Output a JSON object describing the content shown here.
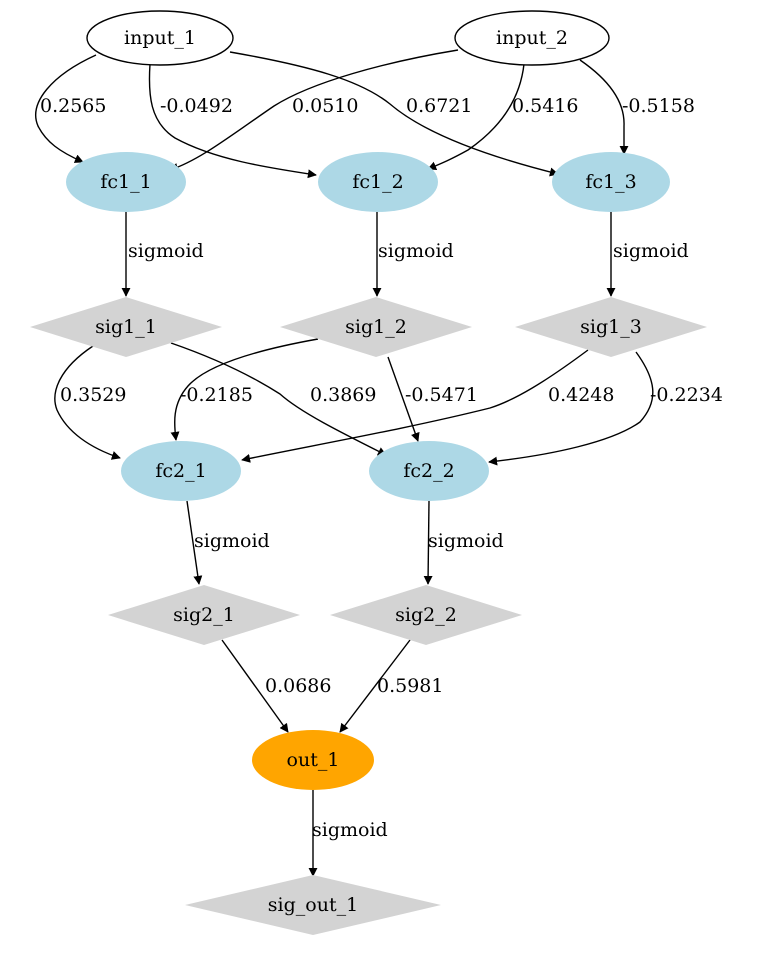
{
  "colors": {
    "background": "#ffffff",
    "input_node": "#ffffff",
    "fc_node": "#add8e6",
    "activation_node": "#d3d3d3",
    "output_node": "#ffa500",
    "edge": "#000000"
  },
  "nodes": {
    "input_1": {
      "label": "input_1",
      "shape": "ellipse-outline",
      "group": "input"
    },
    "input_2": {
      "label": "input_2",
      "shape": "ellipse-outline",
      "group": "input"
    },
    "fc1_1": {
      "label": "fc1_1",
      "shape": "ellipse",
      "group": "fc"
    },
    "fc1_2": {
      "label": "fc1_2",
      "shape": "ellipse",
      "group": "fc"
    },
    "fc1_3": {
      "label": "fc1_3",
      "shape": "ellipse",
      "group": "fc"
    },
    "sig1_1": {
      "label": "sig1_1",
      "shape": "diamond",
      "group": "activation"
    },
    "sig1_2": {
      "label": "sig1_2",
      "shape": "diamond",
      "group": "activation"
    },
    "sig1_3": {
      "label": "sig1_3",
      "shape": "diamond",
      "group": "activation"
    },
    "fc2_1": {
      "label": "fc2_1",
      "shape": "ellipse",
      "group": "fc"
    },
    "fc2_2": {
      "label": "fc2_2",
      "shape": "ellipse",
      "group": "fc"
    },
    "sig2_1": {
      "label": "sig2_1",
      "shape": "diamond",
      "group": "activation"
    },
    "sig2_2": {
      "label": "sig2_2",
      "shape": "diamond",
      "group": "activation"
    },
    "out_1": {
      "label": "out_1",
      "shape": "ellipse",
      "group": "output"
    },
    "sig_out_1": {
      "label": "sig_out_1",
      "shape": "diamond",
      "group": "activation"
    }
  },
  "edges": [
    {
      "from": "input_1",
      "to": "fc1_1",
      "label": "0.2565"
    },
    {
      "from": "input_1",
      "to": "fc1_2",
      "label": "-0.0492"
    },
    {
      "from": "input_1",
      "to": "fc1_3",
      "label": "0.6721"
    },
    {
      "from": "input_2",
      "to": "fc1_1",
      "label": "0.0510"
    },
    {
      "from": "input_2",
      "to": "fc1_2",
      "label": "0.5416"
    },
    {
      "from": "input_2",
      "to": "fc1_3",
      "label": "-0.5158"
    },
    {
      "from": "fc1_1",
      "to": "sig1_1",
      "label": "sigmoid"
    },
    {
      "from": "fc1_2",
      "to": "sig1_2",
      "label": "sigmoid"
    },
    {
      "from": "fc1_3",
      "to": "sig1_3",
      "label": "sigmoid"
    },
    {
      "from": "sig1_1",
      "to": "fc2_1",
      "label": "0.3529"
    },
    {
      "from": "sig1_1",
      "to": "fc2_2",
      "label": "0.3869"
    },
    {
      "from": "sig1_2",
      "to": "fc2_1",
      "label": "-0.2185"
    },
    {
      "from": "sig1_2",
      "to": "fc2_2",
      "label": "-0.5471"
    },
    {
      "from": "sig1_3",
      "to": "fc2_1",
      "label": "0.4248"
    },
    {
      "from": "sig1_3",
      "to": "fc2_2",
      "label": "-0.2234"
    },
    {
      "from": "fc2_1",
      "to": "sig2_1",
      "label": "sigmoid"
    },
    {
      "from": "fc2_2",
      "to": "sig2_2",
      "label": "sigmoid"
    },
    {
      "from": "sig2_1",
      "to": "out_1",
      "label": "0.0686"
    },
    {
      "from": "sig2_2",
      "to": "out_1",
      "label": "0.5981"
    },
    {
      "from": "out_1",
      "to": "sig_out_1",
      "label": "sigmoid"
    }
  ]
}
